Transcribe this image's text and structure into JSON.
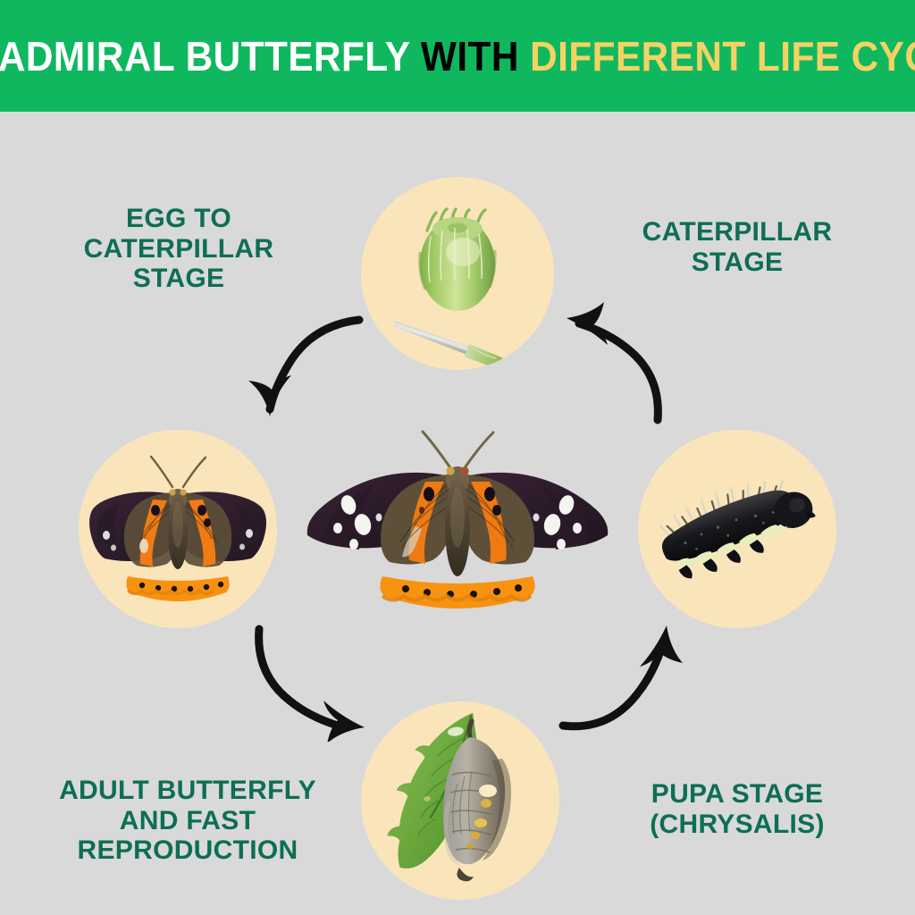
{
  "banner": {
    "segments": [
      {
        "text": "RED ADMIRAL BUTTERFLY",
        "color": "#ffffff"
      },
      {
        "text": "WITH",
        "color": "#000000"
      },
      {
        "text": "DIFFERENT LIFE CYCLES",
        "color": "#f5d264"
      }
    ],
    "full_title": "RED ADMIRAL BUTTERFLY WITH DIFFERENT LIFE CYCLES",
    "background_color": "#0fb85f"
  },
  "theme": {
    "page_background": "#d9d9d9",
    "circle_background": "#fae5bb",
    "label_color": "#0d6e55",
    "arrow_color": "#111111"
  },
  "stages": {
    "egg": {
      "label": "EGG TO\nCATERPILLAR\nSTAGE",
      "image_alt": "butterfly-egg-with-needle"
    },
    "caterpillar": {
      "label": "CATERPILLAR\nSTAGE",
      "image_alt": "black-spiky-caterpillar"
    },
    "pupa": {
      "label": "PUPA STAGE\n(CHRYSALIS)",
      "image_alt": "chrysalis-hanging-from-nettle-leaf"
    },
    "adult": {
      "label": "ADULT BUTTERFLY\nAND FAST\nREPRODUCTION",
      "image_alt": "red-admiral-adult-butterfly"
    },
    "center": {
      "image_alt": "red-admiral-butterfly-wings-open"
    }
  },
  "arrows": [
    {
      "name": "egg-to-adult-arrow",
      "direction": "down-left"
    },
    {
      "name": "caterpillar-to-egg-arrow",
      "direction": "up-left"
    },
    {
      "name": "adult-to-pupa-arrow",
      "direction": "down-right"
    },
    {
      "name": "pupa-to-caterpillar-arrow",
      "direction": "up-right"
    }
  ]
}
